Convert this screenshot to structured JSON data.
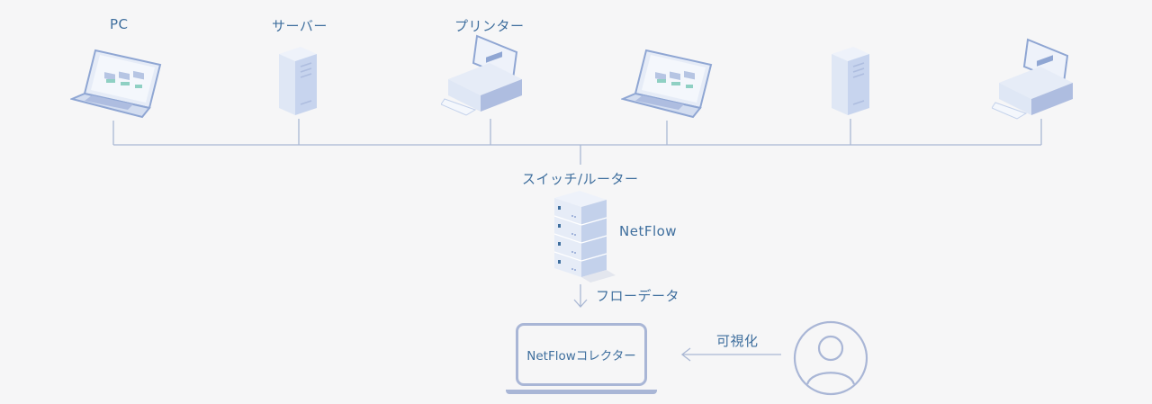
{
  "devices": {
    "pc_label": "PC",
    "server_label": "サーバー",
    "printer_label": "プリンター"
  },
  "switch": {
    "label": "スイッチ/ルーター"
  },
  "netflow": {
    "label": "NetFlow"
  },
  "flow": {
    "label": "フローデータ"
  },
  "collector": {
    "label": "NetFlowコレクター"
  },
  "visualize": {
    "label": "可視化"
  },
  "icons": {
    "laptop": "laptop-icon",
    "server": "server-icon",
    "printer": "printer-icon",
    "rack": "rack-server-icon",
    "user": "user-icon"
  },
  "colors": {
    "line": "#aab8d4",
    "text": "#3f6f9e",
    "device_light": "#dfe7f5",
    "device_mid": "#c3d1eb",
    "device_dark": "#8fa6d3"
  }
}
